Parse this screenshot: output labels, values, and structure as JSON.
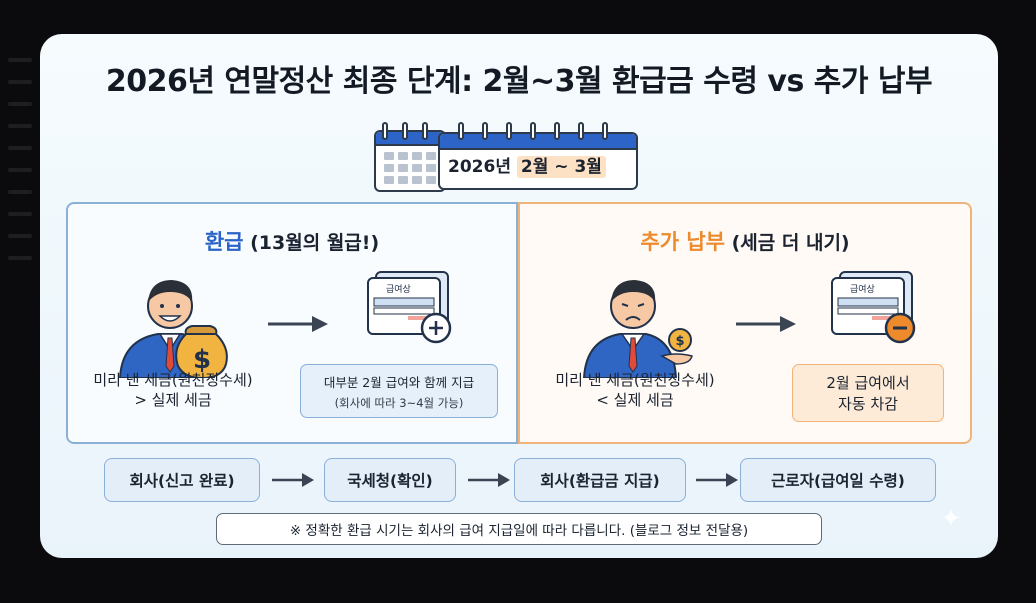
{
  "infographic": {
    "title": "2026년 연말정산 최종 단계: 2월~3월 환급금 수령 vs 추가 납부",
    "calendar": {
      "year": "2026년",
      "period": "2월 ~ 3월"
    },
    "refund": {
      "title_accent": "환급",
      "title_rest": "(13월의 월급!)",
      "doc_label": "급여상",
      "caption_line1": "미리 낸 세금(원천징수세)",
      "caption_line2": "> 실제 세금",
      "note_line1": "대부분 2월 급여와 함께 지급",
      "note_line2": "(회사에 따라 3~4월 가능)"
    },
    "payment": {
      "title_accent": "추가 납부",
      "title_rest": "(세금 더 내기)",
      "doc_label": "급여상",
      "caption_line1": "미리 낸 세금(원천징수세)",
      "caption_line2": "< 실제 세금",
      "note_line1": "2월 급여에서",
      "note_line2": "자동 차감"
    },
    "flow_steps": [
      "회사(신고 완료)",
      "국세청(확인)",
      "회사(환급금 지급)",
      "근로자(급여일 수령)"
    ],
    "footnote": "※ 정확한 환급 시기는 회사의 급여 지급일에 따라 다릅니다. (블로그 정보 전달용)"
  },
  "background_text": {
    "top": "",
    "bottom_left": "",
    "bottom_right": ""
  },
  "colors": {
    "refund_accent": "#2a64c6",
    "payment_accent": "#ec8a2c",
    "title": "#131a24"
  }
}
